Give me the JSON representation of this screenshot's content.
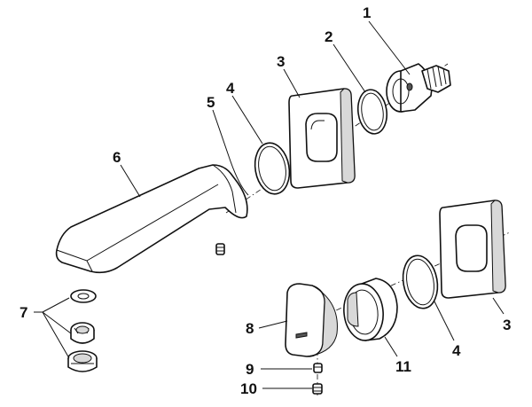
{
  "callouts": [
    {
      "id": "1",
      "text": "1"
    },
    {
      "id": "2",
      "text": "2"
    },
    {
      "id": "3a",
      "text": "3"
    },
    {
      "id": "3b",
      "text": "3"
    },
    {
      "id": "4a",
      "text": "4"
    },
    {
      "id": "4b",
      "text": "4"
    },
    {
      "id": "5",
      "text": "5"
    },
    {
      "id": "6",
      "text": "6"
    },
    {
      "id": "7",
      "text": "7"
    },
    {
      "id": "8",
      "text": "8"
    },
    {
      "id": "9",
      "text": "9"
    },
    {
      "id": "10",
      "text": "10"
    },
    {
      "id": "11",
      "text": "11"
    }
  ]
}
